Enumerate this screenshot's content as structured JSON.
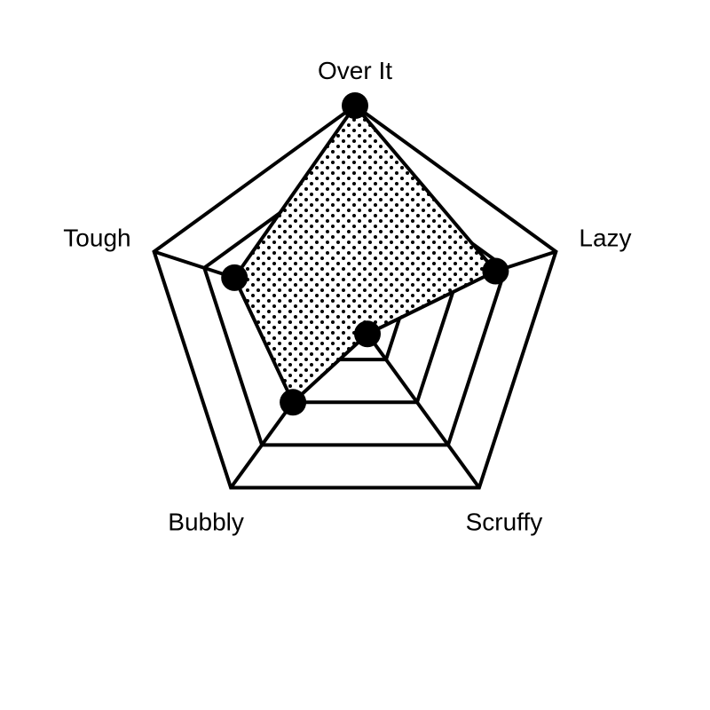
{
  "chart_data": {
    "type": "radar",
    "axes": [
      "Over It",
      "Lazy",
      "Scruffy",
      "Bubbly",
      "Tough"
    ],
    "values": [
      1.0,
      0.7,
      0.1,
      0.5,
      0.6
    ],
    "range": [
      0,
      1
    ],
    "grid_levels": 4,
    "colors": {
      "line": "#000000",
      "background": "#ffffff",
      "fill_dot": "#000000"
    }
  }
}
